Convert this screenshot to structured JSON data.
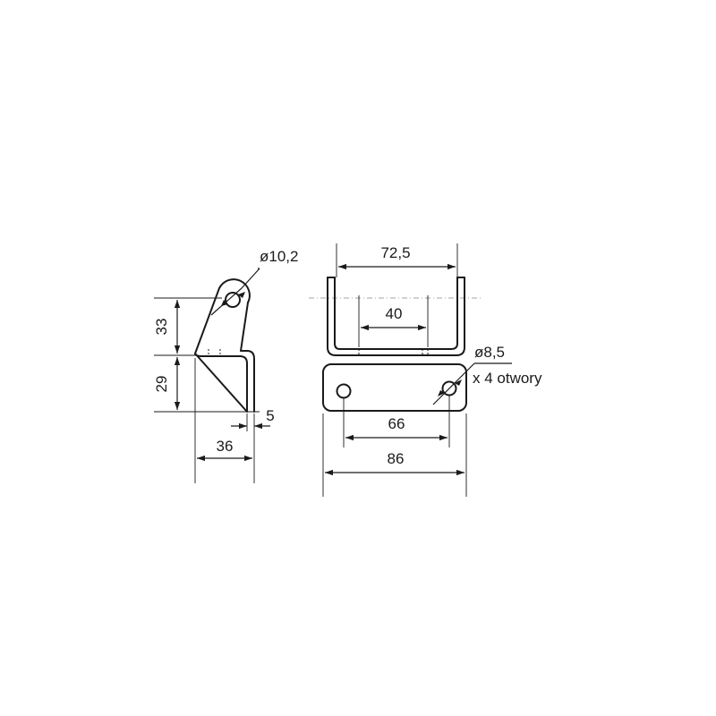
{
  "drawing": {
    "side_view": {
      "hole_diameter": "ø10,2",
      "height_top": "33",
      "height_bottom": "29",
      "depth": "36",
      "thickness": "5"
    },
    "front_view": {
      "width_top": "72,5",
      "inner_gap": "40",
      "hole_diameter": "ø8,5",
      "hole_count_note": "x 4 otwory",
      "hole_spacing": "66",
      "width_bottom": "86"
    }
  }
}
